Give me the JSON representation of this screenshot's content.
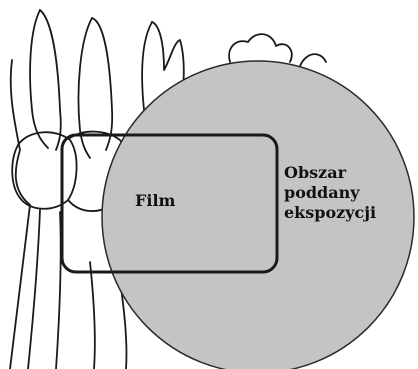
{
  "labels": {
    "film": "Film",
    "exposed_area_line1": "Obszar",
    "exposed_area_line2": "poddany",
    "exposed_area_line3": "ekspozycji"
  },
  "colors": {
    "exposure_fill": "#c4c4c4",
    "outline": "#1a1a1a",
    "background": "#ffffff"
  },
  "icons": {
    "teeth": "teeth-outline-icon"
  }
}
